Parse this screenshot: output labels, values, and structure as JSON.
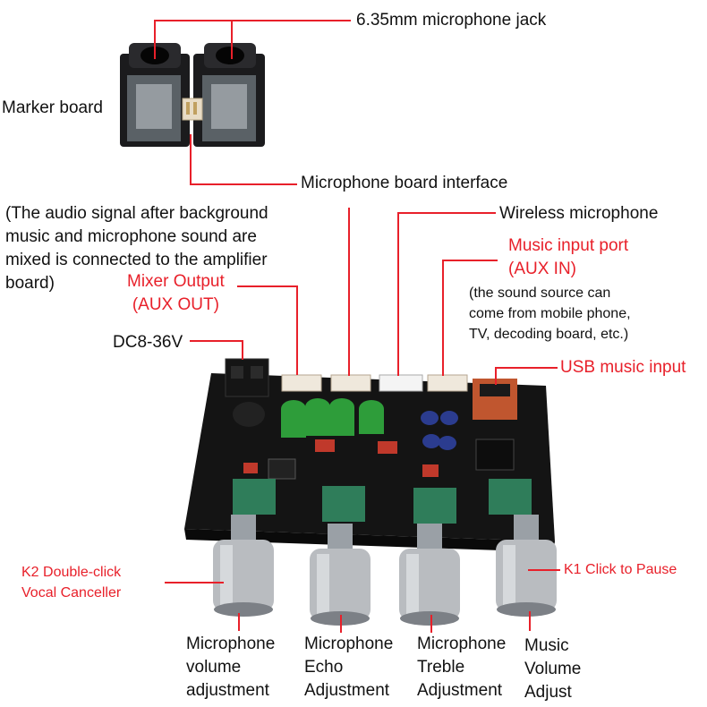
{
  "colors": {
    "annotation_red": "#e8202a",
    "text_black": "#111111",
    "pcb_black": "#141414",
    "capacitor_green": "#2e9d3a",
    "potentiometer_green": "#2f7d5a",
    "knob_silver": "#b9bcc0",
    "connector_white": "#efe8dc"
  },
  "labels": {
    "mic_jack": "6.35mm microphone jack",
    "marker_board": "Marker board",
    "mic_board_interface": "Microphone board interface",
    "mixed_note": "(The audio signal after background\nmusic and microphone sound are\nmixed is connected to the amplifier\nboard)",
    "wireless_mic": "Wireless microphone",
    "music_input_port": "Music input port\n(AUX IN)",
    "music_input_note": "(the sound source can\ncome from mobile phone,\nTV, decoding board, etc.)",
    "mixer_output": "Mixer Output\n(AUX OUT)",
    "dc_power": "DC8-36V",
    "usb_input": "USB music input",
    "k2": "K2 Double-click\nVocal Canceller",
    "k1": "K1 Click to Pause",
    "knob1": "Microphone\nvolume\nadjustment",
    "knob2": "Microphone\nEcho\nAdjustment",
    "knob3": "Microphone\nTreble\nAdjustment",
    "knob4": "Music\nVolume\nAdjust"
  },
  "icons": {
    "jack_module": "microphone-jack-module-icon",
    "pcb": "pcb-board-icon",
    "knob": "rotary-knob-icon"
  }
}
